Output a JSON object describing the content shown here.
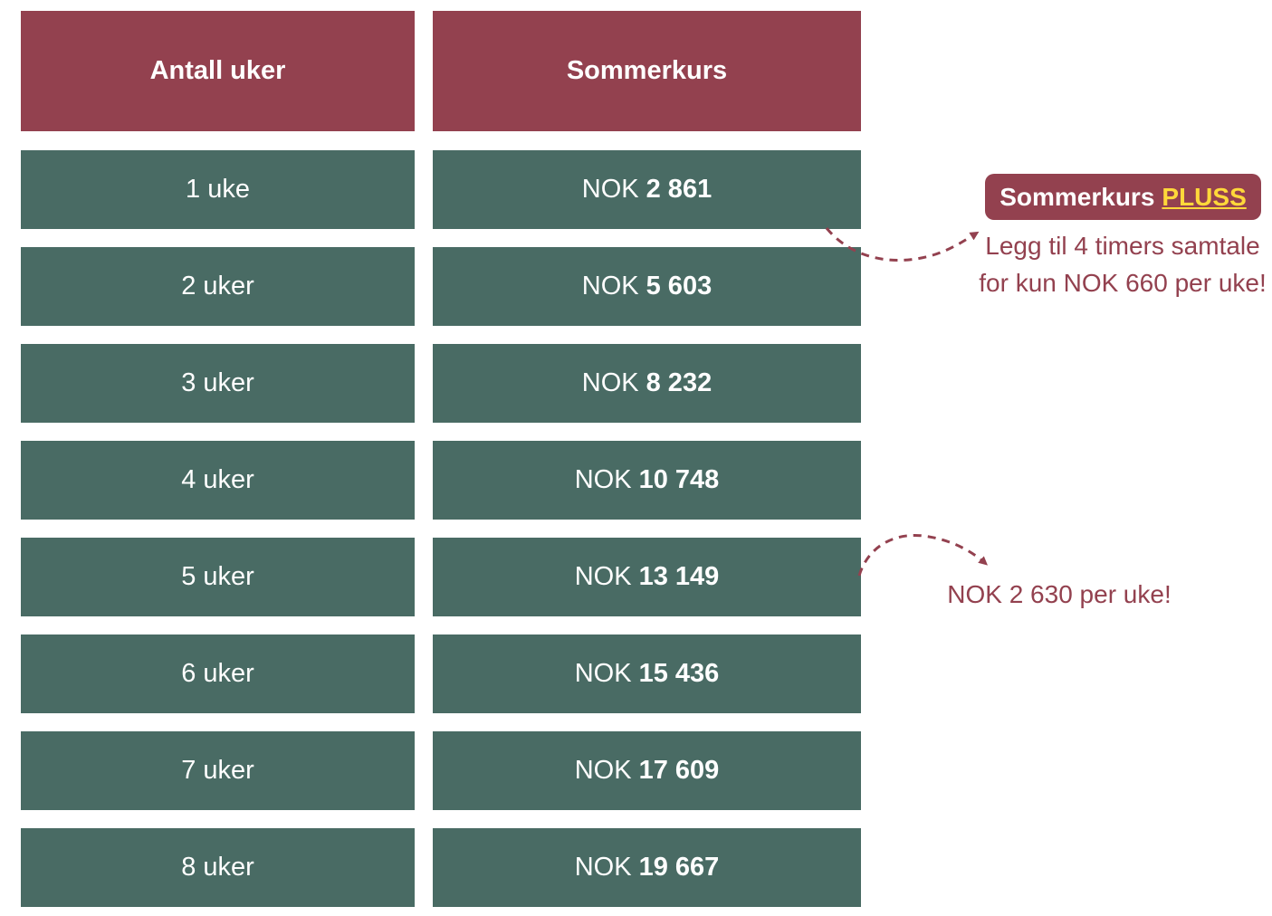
{
  "table": {
    "headers": {
      "weeks": "Antall uker",
      "course": "Sommerkurs"
    },
    "rows": [
      {
        "weeks": "1 uke",
        "currency": "NOK",
        "amount": "2 861"
      },
      {
        "weeks": "2 uker",
        "currency": "NOK",
        "amount": "5 603"
      },
      {
        "weeks": "3 uker",
        "currency": "NOK",
        "amount": "8 232"
      },
      {
        "weeks": "4 uker",
        "currency": "NOK",
        "amount": "10 748"
      },
      {
        "weeks": "5 uker",
        "currency": "NOK",
        "amount": "13 149"
      },
      {
        "weeks": "6 uker",
        "currency": "NOK",
        "amount": "15 436"
      },
      {
        "weeks": "7 uker",
        "currency": "NOK",
        "amount": "17 609"
      },
      {
        "weeks": "8 uker",
        "currency": "NOK",
        "amount": "19 667"
      }
    ]
  },
  "callouts": {
    "plus_badge": {
      "prefix": "Sommerkurs",
      "highlight": "PLUSS"
    },
    "plus_text": "Legg til 4 timers samtale for kun NOK 660 per uke!",
    "per_week_text": "NOK 2 630 per uke!"
  },
  "colors": {
    "header_bg": "#93414f",
    "row_bg": "#496b64",
    "accent_text": "#93414f",
    "highlight": "#ffd83a"
  }
}
